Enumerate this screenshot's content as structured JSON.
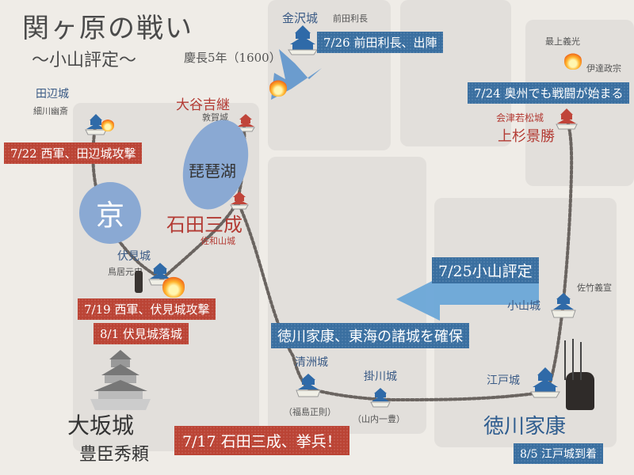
{
  "title": "関ヶ原の戦い",
  "subtitle": "〜小山評定〜",
  "era": "慶長5年（1600）",
  "places": {
    "kanazawa": {
      "name": "金沢城",
      "lord": "前田利長"
    },
    "tanabe": {
      "name": "田辺城",
      "lord": "細川幽斎"
    },
    "otani": {
      "name": "大谷吉継",
      "castle": "敦賀城"
    },
    "biwako": "琵琶湖",
    "kyo": "京",
    "ishida": {
      "name": "石田三成",
      "castle": "佐和山城"
    },
    "fushimi": {
      "name": "伏見城",
      "lord": "鳥居元忠"
    },
    "osaka": {
      "name": "大坂城",
      "lord": "豊臣秀頼"
    },
    "kiyosu": {
      "name": "清洲城",
      "lord": "（福島正則）"
    },
    "kakegawa": {
      "name": "掛川城",
      "lord": "（山内一豊）"
    },
    "edo": {
      "name": "江戸城",
      "lord": "徳川家康"
    },
    "oyama": {
      "name": "小山城",
      "lord": "佐竹義宣"
    },
    "aizu": {
      "name": "会津若松城",
      "lord": "上杉景勝"
    },
    "mogami": "最上義光",
    "date": "伊達政宗"
  },
  "events": {
    "e0726": "7/26 前田利長、出陣",
    "e0724": "7/24 奥州でも戦闘が始まる",
    "e0722": "7/22 西軍、田辺城攻撃",
    "e0725": "7/25小山評定",
    "e0719": "7/19 西軍、伏見城攻撃",
    "e0801": "8/1 伏見城落城",
    "tokugawa": "徳川家康、東海の諸城を確保",
    "e0717": "7/17 石田三成、挙兵！",
    "e0805": "8/5 江戸城到着"
  },
  "colors": {
    "red_banner": "#bb4435",
    "blue_banner": "#3a6fa0",
    "castle_blue": "#2f6aa8",
    "castle_red": "#c0453a",
    "water": "#8aa9d3"
  }
}
